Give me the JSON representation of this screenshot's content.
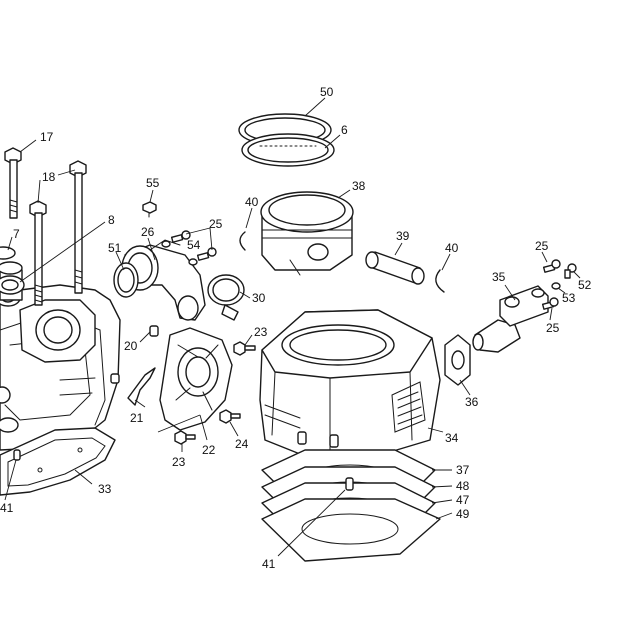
{
  "diagram": {
    "kind": "exploded parts view",
    "line_color": "#1a1a1a",
    "background": "#ffffff",
    "callouts": [
      {
        "id": "c17",
        "label": "17"
      },
      {
        "id": "c18",
        "label": "18"
      },
      {
        "id": "c8",
        "label": "8"
      },
      {
        "id": "c7",
        "label": "7"
      },
      {
        "id": "c55",
        "label": "55"
      },
      {
        "id": "c25a",
        "label": "25"
      },
      {
        "id": "c26",
        "label": "26"
      },
      {
        "id": "c54",
        "label": "54"
      },
      {
        "id": "c51",
        "label": "51"
      },
      {
        "id": "c30",
        "label": "30"
      },
      {
        "id": "c20",
        "label": "20"
      },
      {
        "id": "c23a",
        "label": "23"
      },
      {
        "id": "c21",
        "label": "21"
      },
      {
        "id": "c22",
        "label": "22"
      },
      {
        "id": "c23b",
        "label": "23"
      },
      {
        "id": "c24",
        "label": "24"
      },
      {
        "id": "c33",
        "label": "33"
      },
      {
        "id": "c41a",
        "label": "41"
      },
      {
        "id": "c50",
        "label": "50"
      },
      {
        "id": "c6",
        "label": "6"
      },
      {
        "id": "c38",
        "label": "38"
      },
      {
        "id": "c40a",
        "label": "40"
      },
      {
        "id": "c39",
        "label": "39"
      },
      {
        "id": "c40b",
        "label": "40"
      },
      {
        "id": "c25b",
        "label": "25"
      },
      {
        "id": "c35",
        "label": "35"
      },
      {
        "id": "c52",
        "label": "52"
      },
      {
        "id": "c53",
        "label": "53"
      },
      {
        "id": "c25c",
        "label": "25"
      },
      {
        "id": "c36",
        "label": "36"
      },
      {
        "id": "c34",
        "label": "34"
      },
      {
        "id": "c37",
        "label": "37"
      },
      {
        "id": "c48",
        "label": "48"
      },
      {
        "id": "c47",
        "label": "47"
      },
      {
        "id": "c49",
        "label": "49"
      },
      {
        "id": "c41b",
        "label": "41"
      }
    ]
  }
}
